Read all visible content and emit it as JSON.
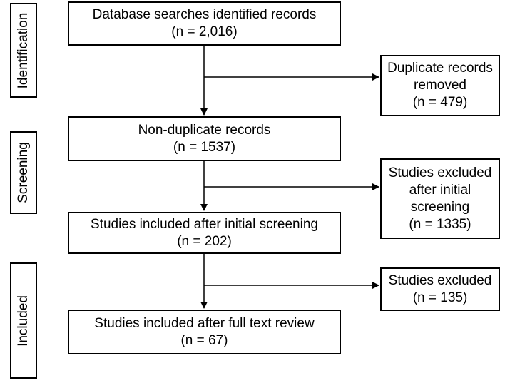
{
  "stages": [
    {
      "id": "identification",
      "label": "Identification"
    },
    {
      "id": "screening",
      "label": "Screening"
    },
    {
      "id": "included",
      "label": "Included"
    }
  ],
  "flow": [
    {
      "id": "database-searches",
      "lines": [
        "Database searches identified records",
        "(n = 2,016)"
      ]
    },
    {
      "id": "non-duplicate",
      "lines": [
        "Non-duplicate records",
        "(n = 1537)"
      ]
    },
    {
      "id": "initial-screening",
      "lines": [
        "Studies included after initial screening",
        "(n = 202)"
      ]
    },
    {
      "id": "full-text-review",
      "lines": [
        "Studies included after full text review",
        "(n = 67)"
      ]
    }
  ],
  "exclusions": [
    {
      "id": "duplicates-removed",
      "lines": [
        "Duplicate records",
        "removed",
        "(n = 479)"
      ]
    },
    {
      "id": "excluded-initial",
      "lines": [
        "Studies excluded",
        "after initial",
        "screening",
        "(n = 1335)"
      ]
    },
    {
      "id": "excluded-full",
      "lines": [
        "Studies excluded",
        "(n = 135)"
      ]
    }
  ]
}
